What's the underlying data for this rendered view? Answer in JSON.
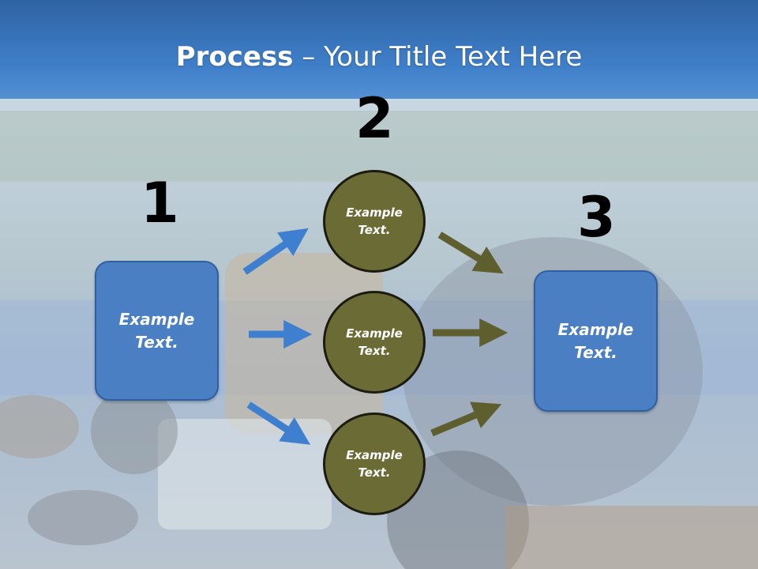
{
  "title": {
    "bold": "Process",
    "rest": " – Your Title Text Here"
  },
  "numbers": {
    "one": "1",
    "two": "2",
    "three": "3"
  },
  "left_box": {
    "line1": "Example",
    "line2": "Text."
  },
  "right_box": {
    "line1": "Example",
    "line2": "Text."
  },
  "circles": [
    {
      "line1": "Example",
      "line2": "Text."
    },
    {
      "line1": "Example",
      "line2": "Text."
    },
    {
      "line1": "Example",
      "line2": "Text."
    }
  ],
  "colors": {
    "blue_box": "#4a7fc3",
    "olive_circle": "#6b6b36",
    "blue_arrow": "#3f7fcf",
    "olive_arrow": "#5e5e2e"
  }
}
